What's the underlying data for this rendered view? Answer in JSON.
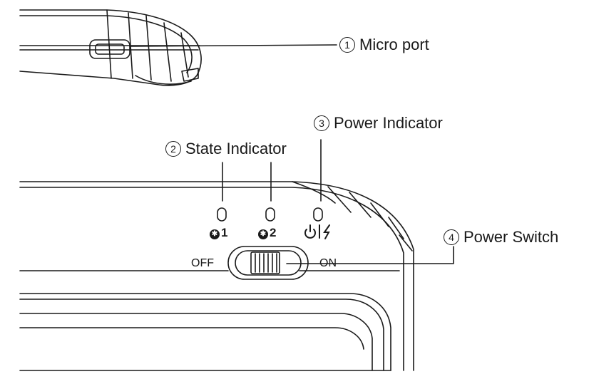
{
  "callouts": {
    "micro_port": {
      "number": "1",
      "label": "Micro port"
    },
    "state_indicator": {
      "number": "2",
      "label": "State Indicator"
    },
    "power_indicator": {
      "number": "3",
      "label": "Power Indicator"
    },
    "power_switch": {
      "number": "4",
      "label": "Power Switch"
    }
  },
  "device_labels": {
    "bt1": "1",
    "bt2": "2",
    "bt_icon": "bluetooth-icon",
    "power_icons": "power-icon | charge-icon",
    "off": "OFF",
    "on": "ON"
  },
  "colors": {
    "line": "#1a1a1a",
    "background": "#ffffff"
  }
}
